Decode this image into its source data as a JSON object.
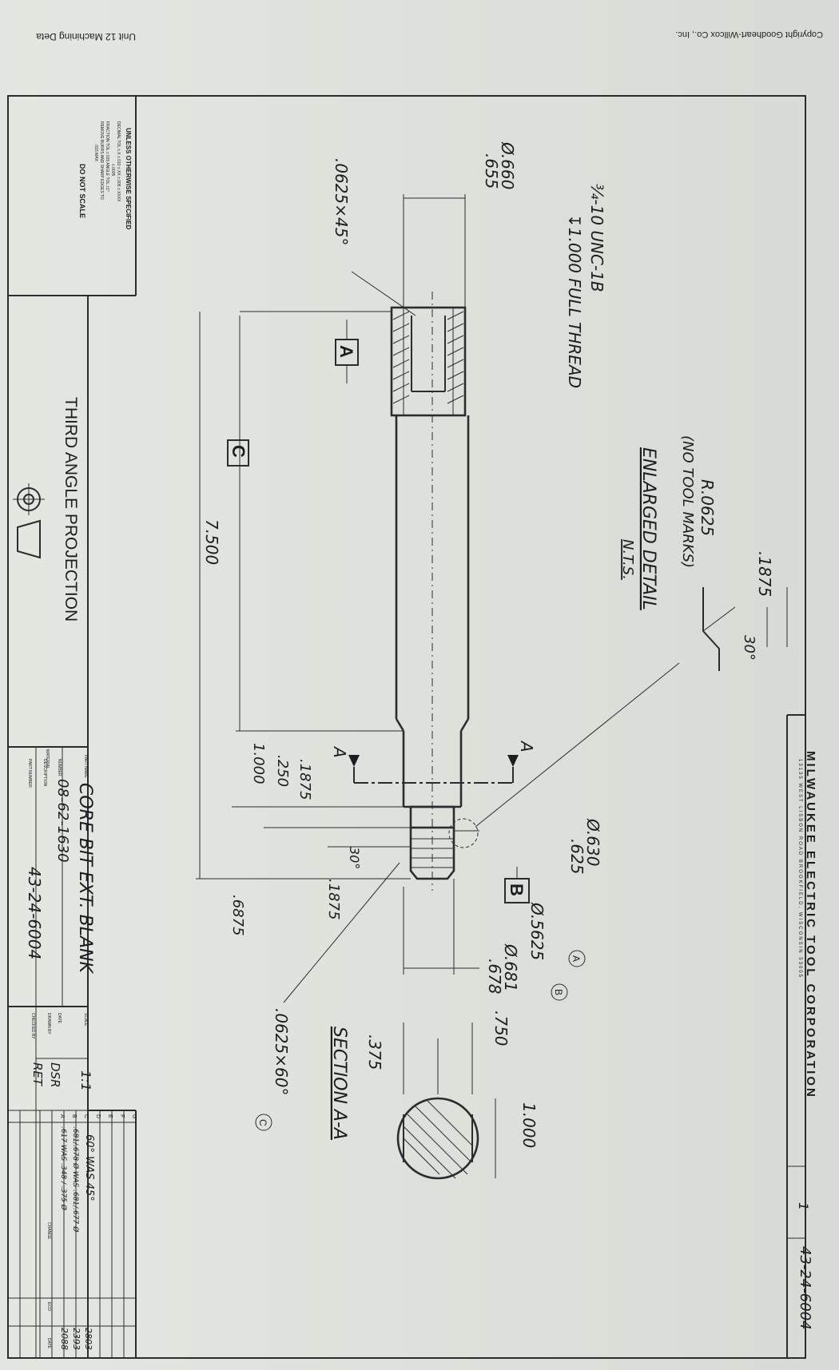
{
  "page": {
    "header_left": "Copyright Goodheart-Willcox Co., Inc.",
    "header_right": "Unit 12   Machining Deta"
  },
  "company": {
    "name": "MILWAUKEE ELECTRIC TOOL CORPORATION",
    "address": "13135 WEST LISBON ROAD     BROOKFIELD, WISCONSIN 53005"
  },
  "drawing_number": "43-24-6004",
  "sheet": "1",
  "notes": {
    "thread_dia_1": "Ø.660",
    "thread_dia_2": ".655",
    "thread_spec": "¾-10 UNC-1B",
    "thread_depth": "↧1.000 FULL THREAD",
    "chamfer_top": ".0625×45°",
    "detail_title": "ENLARGED DETAIL",
    "detail_scale": "N.T.S.",
    "detail_radius": "R.0625",
    "detail_note": "(NO TOOL MARKS)",
    "detail_dim": ".1875",
    "detail_angle": "30°",
    "chamfer_bottom": ".0625×60°",
    "section_title": "SECTION A-A"
  },
  "dimensions": {
    "overall": "7.500",
    "d1000": "1.000",
    "d250": ".250",
    "d1875a": ".1875",
    "d6875": ".6875",
    "d1875b": ".1875",
    "angle30": "30°",
    "dia630": "Ø.630",
    "dia625": ".625",
    "dia5625": "Ø.5625",
    "dia681": "Ø.681",
    "dia678": ".678",
    "sec750": ".750",
    "sec375": ".375",
    "sec1000": "1.000"
  },
  "datums": [
    "A",
    "B",
    "C"
  ],
  "section_markers": [
    "A",
    "A"
  ],
  "revision_circles": [
    "A",
    "B",
    "C"
  ],
  "title_block": {
    "general_notes": {
      "heading": "UNLESS OTHERWISE SPECIFIED",
      "line1": "DECIMAL TOL ±.X ±.010  ±.XX ±.005  ±.XXXX",
      "line2": "±.0005",
      "line3": "FRACTION TOL ±.015     ANGLE TOL ±1°",
      "line4": "REMOVE BURRS AND SHARP EDGES TO",
      "line5": ".015 MAX",
      "do_not_scale": "DO NOT SCALE"
    },
    "projection": "THIRD ANGLE PROJECTION",
    "part_name_label": "PART NAME",
    "part_name": "CORE BIT EXT. BLANK",
    "number_label": "NUMBER",
    "material_number": "08-62-1630",
    "material_label": "MATERIAL",
    "description_label": "DESCRIPTION",
    "part_number_label": "PART NUMBER",
    "part_number": "43-24-6004",
    "scale_label": "SCALE",
    "scale": "1:1",
    "date_label": "DATE",
    "drawn_label": "DRAWN BY",
    "drawn_by": "DSR",
    "checked_label": "CHECKED BY",
    "checked_by": "RET",
    "change_label": "CHANGE",
    "eco_label": "ECO",
    "eco_date_label": "DATE",
    "revisions": [
      {
        "letter": "G",
        "change": "",
        "eco": ""
      },
      {
        "letter": "F",
        "change": "",
        "eco": ""
      },
      {
        "letter": "E",
        "change": "",
        "eco": ""
      },
      {
        "letter": "D",
        "change": "",
        "eco": ""
      },
      {
        "letter": "C",
        "change": "60° WAS 45°",
        "eco": "2803"
      },
      {
        "letter": "B",
        "change": ".681/.678 Ø WAS .681/.677 Ø",
        "eco": "2393"
      },
      {
        "letter": "A",
        "change": ".617 WAS .348 / .375 Ø",
        "eco": "2088"
      }
    ]
  }
}
